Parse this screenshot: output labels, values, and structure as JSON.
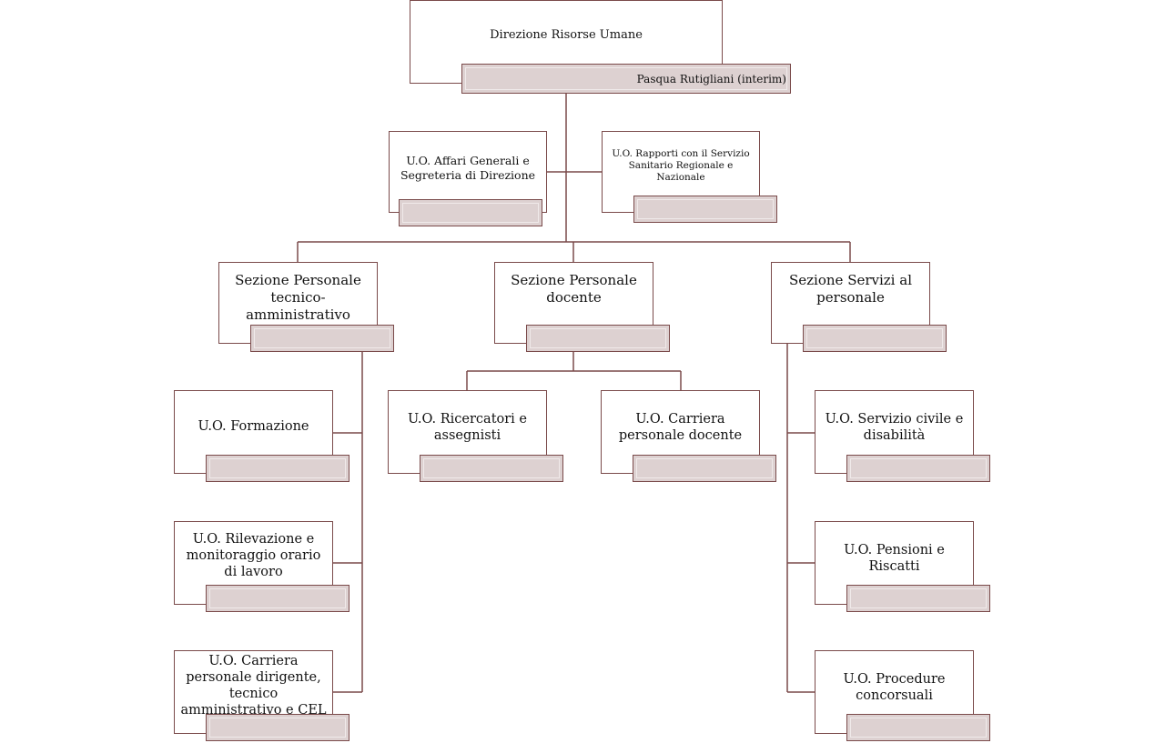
{
  "colors": {
    "line": "#7a4a4a",
    "tag_fill": "#ddd1d1",
    "box_fill": "#ffffff"
  },
  "org": {
    "root": {
      "title": "Direzione Risorse Umane",
      "head": "Pasqua Rutigliani (interim)"
    },
    "staff": [
      {
        "title": "U.O. Affari Generali e Segreteria di Direzione",
        "head": ""
      },
      {
        "title": "U.O. Rapporti con il Servizio Sanitario Regionale e Nazionale",
        "head": ""
      }
    ],
    "sections": [
      {
        "title": "Sezione Personale tecnico-amministrativo",
        "head": "",
        "units": [
          {
            "title": "U.O. Formazione",
            "head": ""
          },
          {
            "title": "U.O. Rilevazione e monitoraggio orario di lavoro",
            "head": ""
          },
          {
            "title": "U.O. Carriera personale dirigente, tecnico amministrativo e CEL",
            "head": ""
          }
        ]
      },
      {
        "title": "Sezione Personale docente",
        "head": "",
        "units": [
          {
            "title": "U.O. Ricercatori e assegnisti",
            "head": ""
          },
          {
            "title": "U.O. Carriera personale docente",
            "head": ""
          }
        ]
      },
      {
        "title": "Sezione Servizi al personale",
        "head": "",
        "units": [
          {
            "title": "U.O. Servizio civile e disabilità",
            "head": ""
          },
          {
            "title": "U.O. Pensioni e Riscatti",
            "head": ""
          },
          {
            "title": "U.O. Procedure concorsuali",
            "head": ""
          }
        ]
      }
    ]
  }
}
